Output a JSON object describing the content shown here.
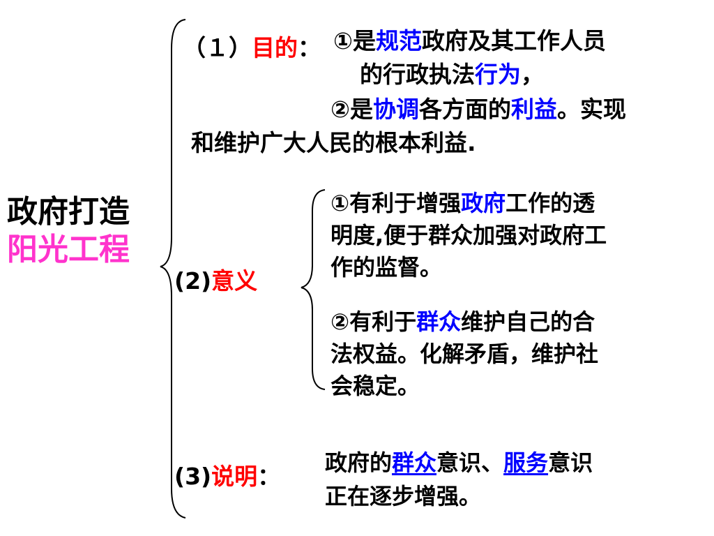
{
  "title": {
    "line1": "政府打造",
    "line2": "阳光工程"
  },
  "section1": {
    "label_prefix": "（１）",
    "label": "目的",
    "label_suffix": "：",
    "point1": {
      "mark": "①是",
      "kw1": "规范",
      "text1": "政府及其工作人员",
      "text2": "的行政执法",
      "kw2": "行为",
      "text3": "，"
    },
    "point2": {
      "mark": "②是",
      "kw1": "协调",
      "text1": "各方面的",
      "kw2": "利益",
      "text2": "。实现",
      "text3": "和维护广大人民的根本利益."
    }
  },
  "section2": {
    "label_prefix": "(2)",
    "label": "意义",
    "point1": {
      "mark": "①有利于增强",
      "kw": "政府",
      "text1": "工作的透",
      "text2": "明度,便于群众加强对政府工",
      "text3": "作的监督。"
    },
    "point2": {
      "mark": "②有利于",
      "kw": "群众",
      "text1": "维护自己的合",
      "text2": "法权益。化解矛盾，维护社",
      "text3": "会稳定。"
    }
  },
  "section3": {
    "label_prefix": "(3)",
    "label": "说明",
    "label_suffix": "：",
    "text1": "政府的",
    "kw1": "群众",
    "text2": "意识、",
    "kw2": "服务",
    "text3": "意识",
    "text4": "正在逐步增强。"
  },
  "colors": {
    "label": "#ff0000",
    "keyword": "#0000ff",
    "title_accent": "#ff33cc"
  }
}
